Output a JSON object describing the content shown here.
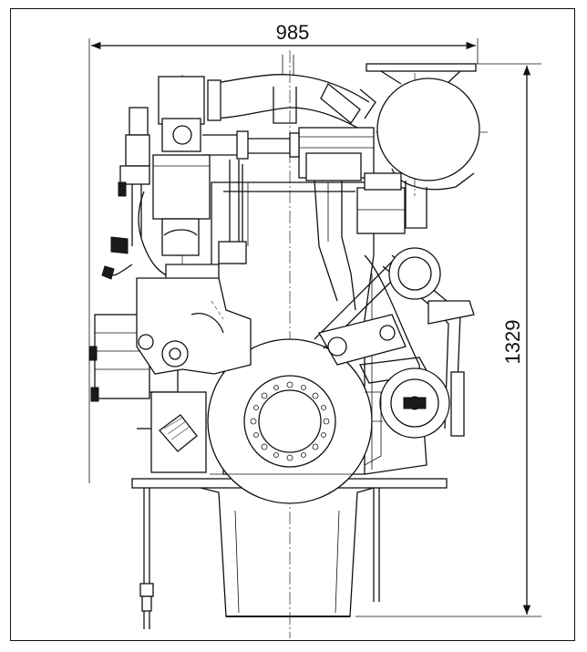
{
  "drawing": {
    "subject": "engine-front-elevation",
    "dimensions": {
      "width_label": "985",
      "height_label": "1329"
    },
    "line_color": "#111111",
    "background_color": "#ffffff"
  }
}
